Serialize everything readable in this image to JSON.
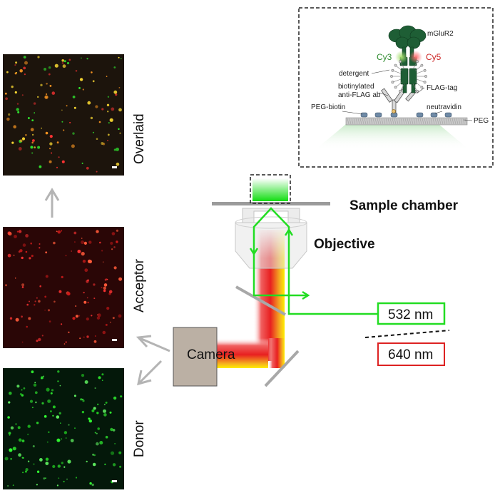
{
  "panels": {
    "overlaid": "Overlaid",
    "acceptor": "Acceptor",
    "donor": "Donor"
  },
  "setup": {
    "camera": "Camera",
    "sample_chamber": "Sample chamber",
    "objective": "Objective",
    "laser_green": "532 nm",
    "laser_red": "640 nm"
  },
  "inset": {
    "protein": "mGluR2",
    "dye_donor": "Cy3",
    "dye_acceptor": "Cy5",
    "detergent": "detergent",
    "antibody_line1": "biotinylated",
    "antibody_line2": "anti-FLAG ab",
    "flag_tag": "FLAG-tag",
    "peg_biotin": "PEG-biotin",
    "neutravidin": "neutravidin",
    "peg": "PEG"
  },
  "colors": {
    "green_laser": "#22dd22",
    "red_laser": "#dd2222",
    "donor_spots": "#33ff33",
    "acceptor_spots": "#ff3333",
    "protein": "#1e5e35",
    "camera_box": "#bbb0a4"
  }
}
